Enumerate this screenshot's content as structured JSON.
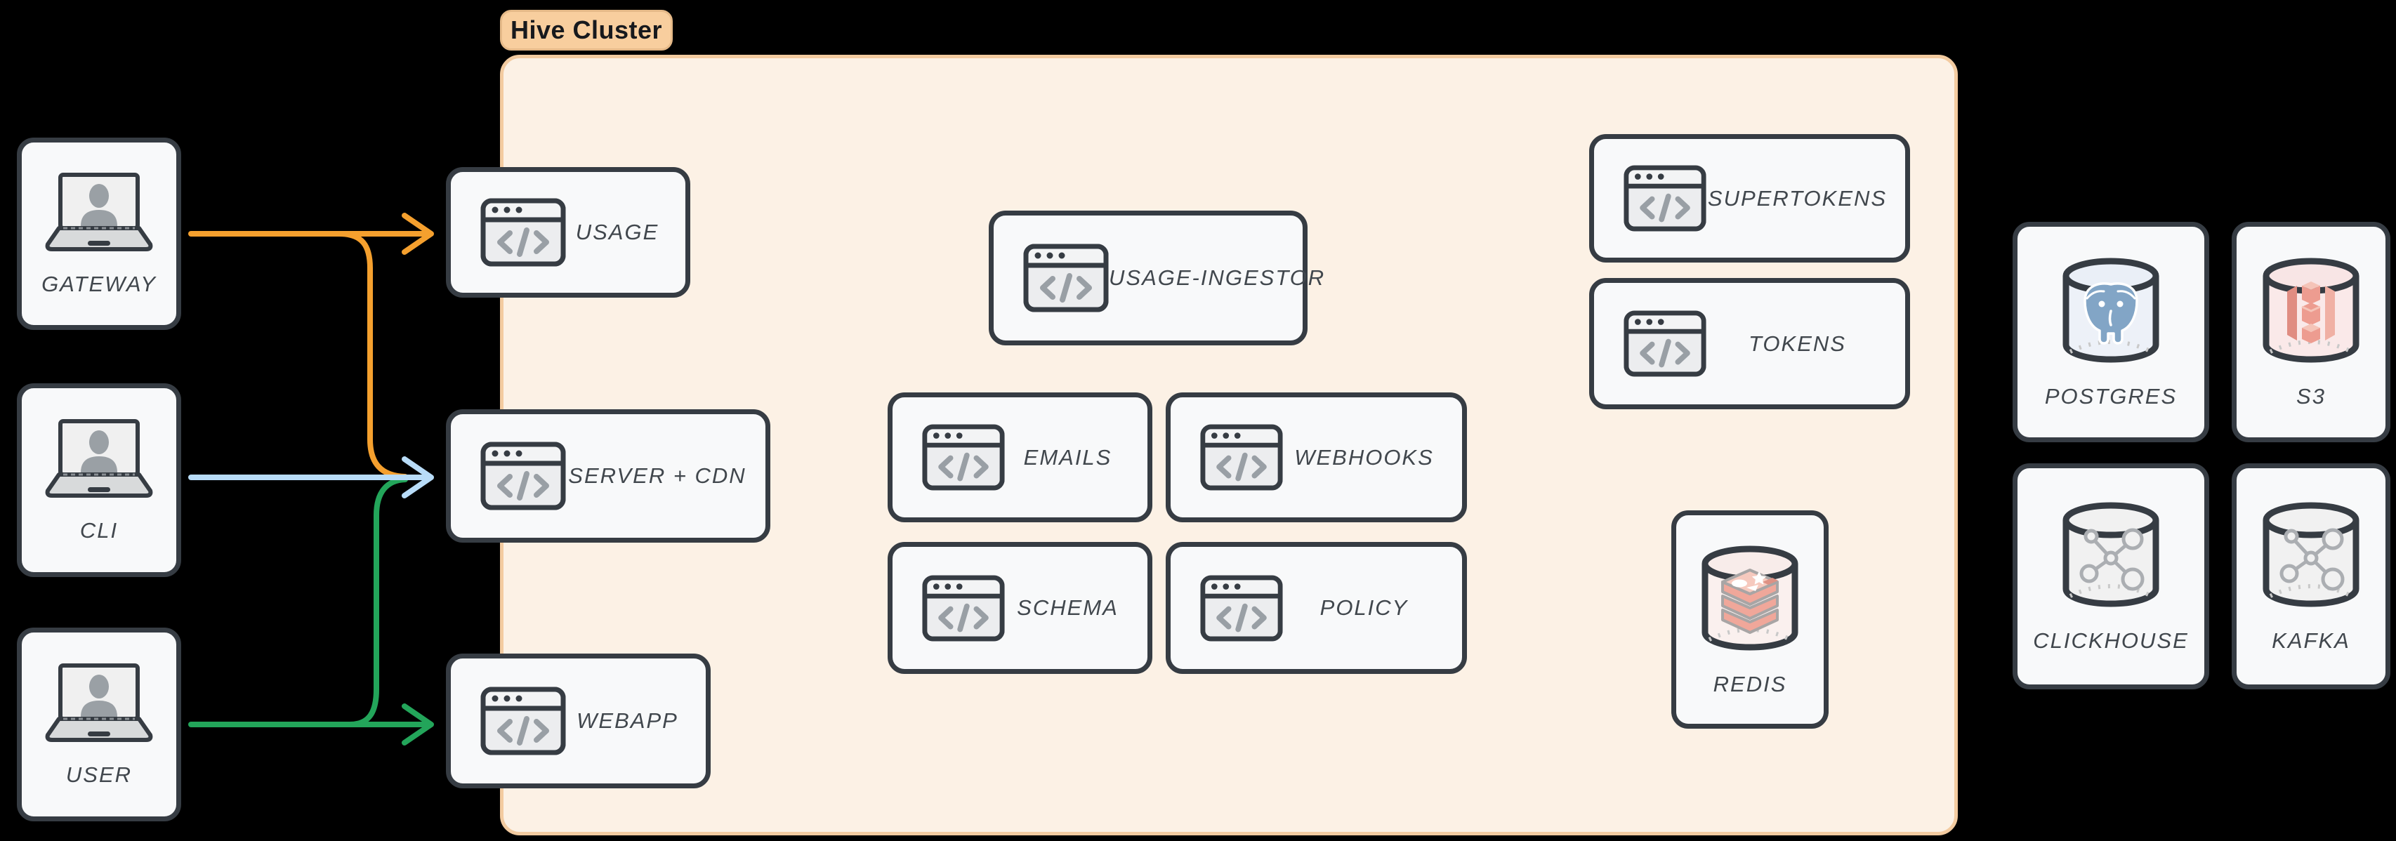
{
  "diagram_title": "Hive Cluster architecture diagram",
  "cluster": {
    "label": "Hive Cluster",
    "pill_fill": "#F8CE9E",
    "body_fill": "#FCF1E5",
    "border_color": "#F3CBA0"
  },
  "clients": [
    {
      "label": "GATEWAY",
      "icon": "laptop-user-icon"
    },
    {
      "label": "CLI",
      "icon": "laptop-user-icon"
    },
    {
      "label": "USER",
      "icon": "laptop-user-icon"
    }
  ],
  "services": [
    {
      "label": "USAGE",
      "icon": "code-window-icon"
    },
    {
      "label": "SERVER + CDN",
      "icon": "code-window-icon"
    },
    {
      "label": "WEBAPP",
      "icon": "code-window-icon"
    },
    {
      "label": "USAGE-INGESTOR",
      "icon": "code-window-icon"
    },
    {
      "label": "EMAILS",
      "icon": "code-window-icon"
    },
    {
      "label": "WEBHOOKS",
      "icon": "code-window-icon"
    },
    {
      "label": "SCHEMA",
      "icon": "code-window-icon"
    },
    {
      "label": "POLICY",
      "icon": "code-window-icon"
    },
    {
      "label": "SUPERTOKENS",
      "icon": "code-window-icon"
    },
    {
      "label": "TOKENS",
      "icon": "code-window-icon"
    },
    {
      "label": "REDIS",
      "icon": "redis-database-icon"
    }
  ],
  "datastores": [
    {
      "label": "POSTGRES",
      "icon": "postgres-database-icon"
    },
    {
      "label": "S3",
      "icon": "s3-database-icon"
    },
    {
      "label": "CLICKHOUSE",
      "icon": "clickhouse-database-icon"
    },
    {
      "label": "KAFKA",
      "icon": "kafka-database-icon"
    }
  ],
  "edges": [
    {
      "from": "GATEWAY",
      "to": "USAGE",
      "color": "#F5A02E"
    },
    {
      "from": "GATEWAY",
      "to": "SERVER + CDN",
      "color": "#F5A02E"
    },
    {
      "from": "CLI",
      "to": "SERVER + CDN",
      "color": "#B8DCF8"
    },
    {
      "from": "USER",
      "to": "SERVER + CDN",
      "color": "#23A55A"
    },
    {
      "from": "USER",
      "to": "WEBAPP",
      "color": "#23A55A"
    }
  ],
  "node_style": {
    "fill": "#F8F9FA",
    "border": "#363C43",
    "label_color": "#41474D"
  }
}
